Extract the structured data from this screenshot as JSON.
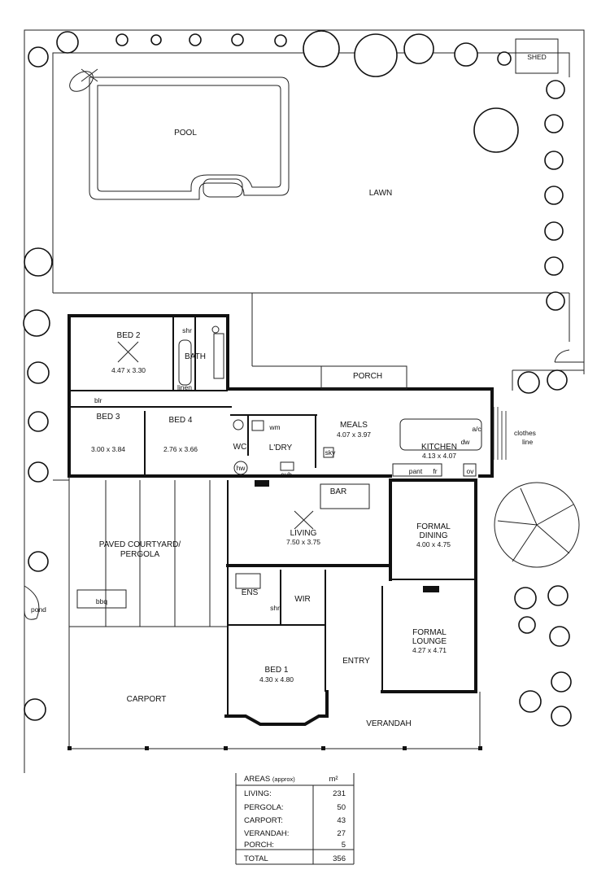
{
  "site": {
    "shed": "SHED",
    "pool": "POOL",
    "lawn": "LAWN",
    "porch": "PORCH",
    "clothes_line": [
      "clothes",
      "line"
    ],
    "pond": "pond",
    "verandah": "VERANDAH",
    "carport": "CARPORT",
    "courtyard": [
      "PAVED COURTYARD/",
      "PERGOLA"
    ],
    "bbq": "bbq"
  },
  "rooms": {
    "bed2": {
      "name": "BED 2",
      "size": "4.47 x 3.30"
    },
    "bath": "BATH",
    "shr": "shr",
    "linen": "linen",
    "blr": "blr",
    "bed3": {
      "name": "BED 3",
      "size": "3.00 x 3.84"
    },
    "bed4": {
      "name": "BED 4",
      "size": "2.76 x 3.66"
    },
    "wc": "WC",
    "hw": "hw",
    "wm": "wm",
    "ldry": "L'DRY",
    "cub": "cub",
    "sky": "sky",
    "meals": {
      "name": "MEALS",
      "size": "4.07 x 3.97"
    },
    "kitchen": {
      "name": "KITCHEN",
      "size": "4.13 x 4.07"
    },
    "ac": "a/c",
    "dw": "dw",
    "pant": "pant",
    "fr": "fr",
    "ov": "ov",
    "bar": "BAR",
    "living": {
      "name": "LIVING",
      "size": "7.50 x 3.75"
    },
    "formal_dining": {
      "name": [
        "FORMAL",
        "DINING"
      ],
      "size": "4.00 x 4.75"
    },
    "formal_lounge": {
      "name": [
        "FORMAL",
        "LOUNGE"
      ],
      "size": "4.27 x 4.71"
    },
    "ens": "ENS",
    "ens_shr": "shr",
    "wir": "WIR",
    "bed1": {
      "name": "BED 1",
      "size": "4.30 x 4.80"
    },
    "entry": "ENTRY"
  },
  "areas": {
    "header": "AREAS",
    "header_note": "(approx)",
    "unit": "m²",
    "rows": [
      {
        "label": "LIVING:",
        "value": "231"
      },
      {
        "label": "PERGOLA:",
        "value": "50"
      },
      {
        "label": "CARPORT:",
        "value": "43"
      },
      {
        "label": "VERANDAH:",
        "value": "27"
      },
      {
        "label": "PORCH:",
        "value": "5"
      }
    ],
    "total_label": "TOTAL",
    "total_value": "356"
  }
}
